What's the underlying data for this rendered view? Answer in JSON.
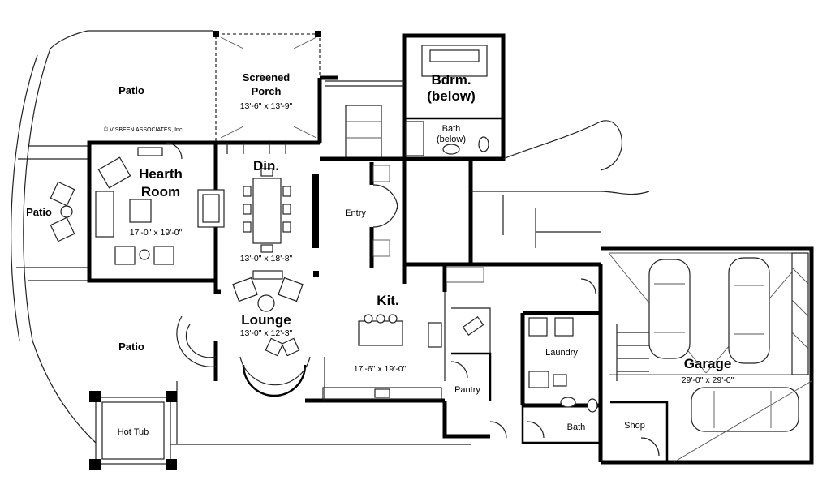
{
  "copyright": "© VISBEEN ASSOCIATES, Inc.",
  "rooms": {
    "patio_top": "Patio",
    "screened_porch_line1": "Screened",
    "screened_porch_line2": "Porch",
    "screened_porch_dim": "13'-6\" x 13'-9\"",
    "bdrm_line1": "Bdrm.",
    "bdrm_line2": "(below)",
    "bath_up_line1": "Bath",
    "bath_up_line2": "(below)",
    "hearth_line1": "Hearth",
    "hearth_line2": "Room",
    "hearth_dim": "17'-0\" x 19'-0\"",
    "patio_left": "Patio",
    "din": "Din.",
    "din_dim": "13'-0\" x 18'-8\"",
    "entry": "Entry",
    "kit": "Kit.",
    "kit_dim": "17'-6\" x 19'-0\"",
    "lounge": "Lounge",
    "lounge_dim": "13'-0\" x 12'-3\"",
    "patio_bottom": "Patio",
    "laundry": "Laundry",
    "pantry": "Pantry",
    "bath_low": "Bath",
    "shop": "Shop",
    "garage": "Garage",
    "garage_dim": "29'-0\" x 29'-0\"",
    "hot_tub": "Hot Tub"
  }
}
